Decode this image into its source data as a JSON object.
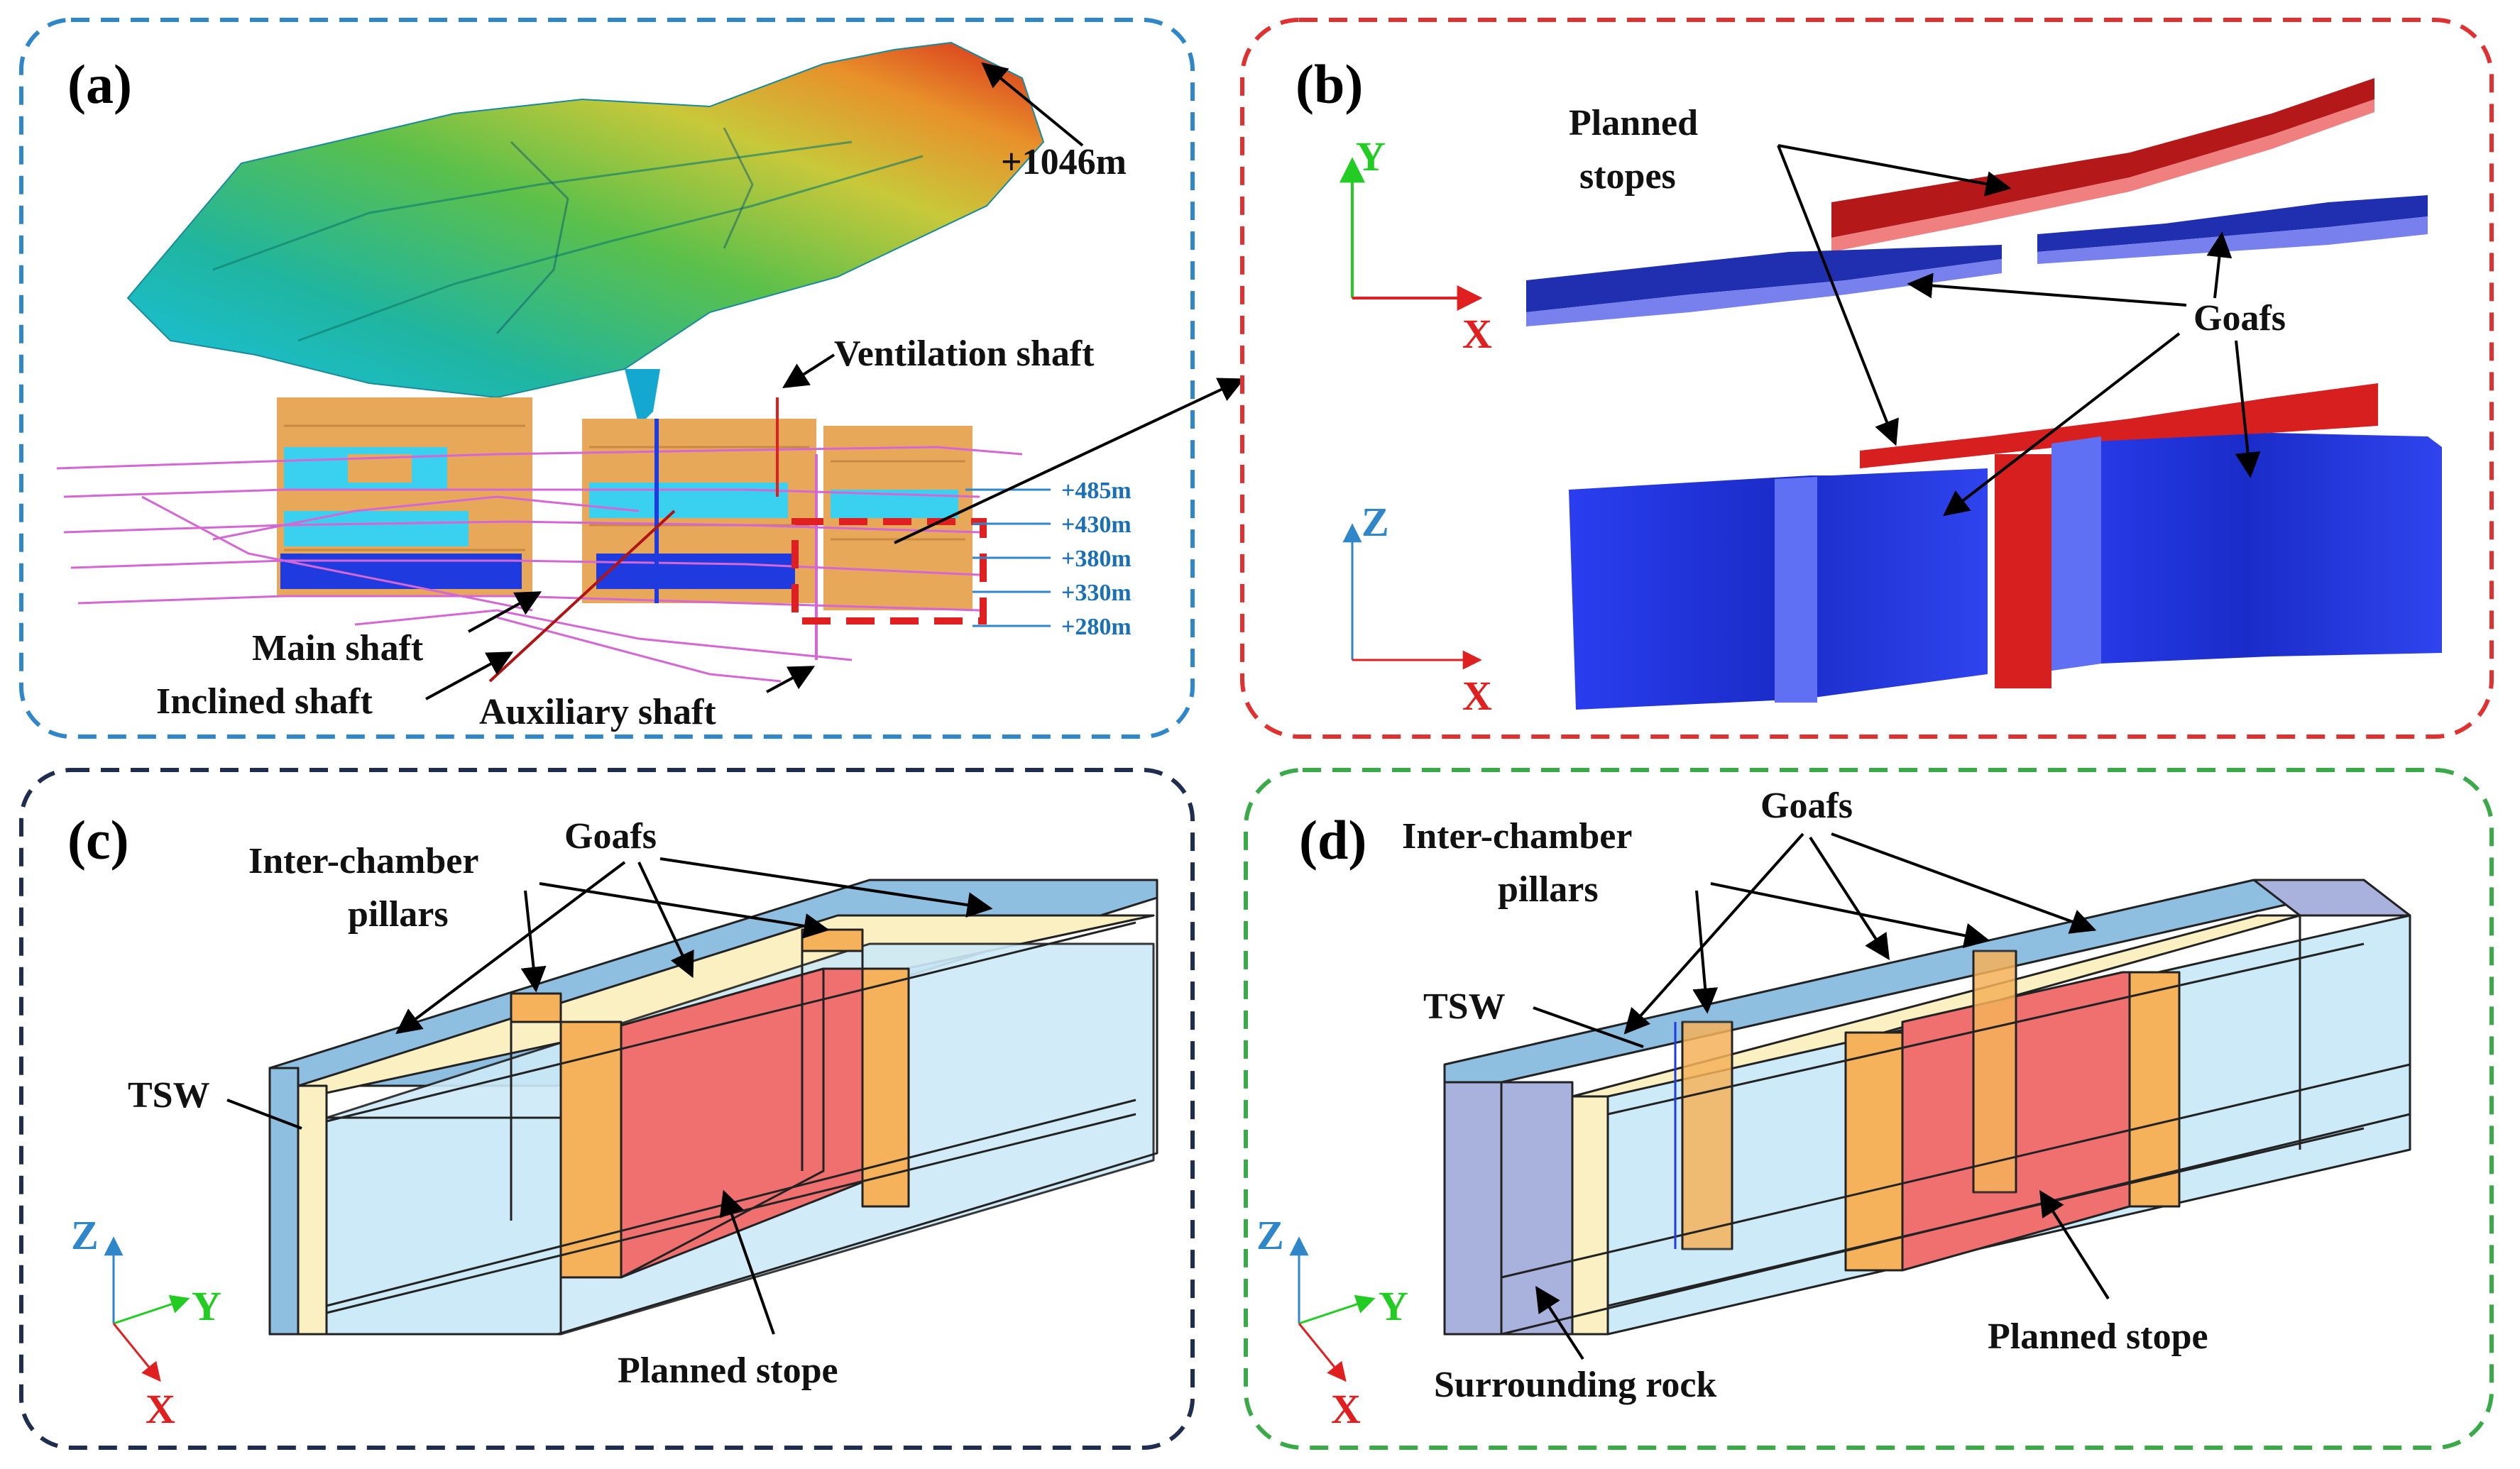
{
  "panels": {
    "a": {
      "letter": "(a)",
      "elevation_peak": "+1046m",
      "ventilation_shaft": "Ventilation shaft",
      "main_shaft": "Main shaft",
      "inclined_shaft": "Inclined shaft",
      "auxiliary_shaft": "Auxiliary shaft",
      "levels": [
        "+485m",
        "+430m",
        "+380m",
        "+330m",
        "+280m"
      ]
    },
    "b": {
      "letter": "(b)",
      "planned_stopes": [
        "Planned",
        "stopes"
      ],
      "goafs": "Goafs",
      "axis_top": {
        "vertical": "Y",
        "horizontal": "X"
      },
      "axis_bottom": {
        "vertical": "Z",
        "horizontal": "X"
      }
    },
    "c": {
      "letter": "(c)",
      "goafs": "Goafs",
      "inter_chamber": [
        "Inter-chamber",
        "pillars"
      ],
      "tsw": "TSW",
      "planned_stope": "Planned stope",
      "axis": {
        "z": "Z",
        "y": "Y",
        "x": "X"
      }
    },
    "d": {
      "letter": "(d)",
      "goafs": "Goafs",
      "inter_chamber": [
        "Inter-chamber",
        "pillars"
      ],
      "tsw": "TSW",
      "planned_stope": "Planned stope",
      "surrounding_rock": "Surrounding rock",
      "axis": {
        "z": "Z",
        "y": "Y",
        "x": "X"
      }
    }
  },
  "colors": {
    "panel_a_border": "#2f86c8",
    "panel_b_border": "#e03030",
    "panel_c_border": "#1f2d50",
    "panel_d_border": "#3aaa48",
    "goaf_blue": "#1b2fd0",
    "stope_red": "#d81f1f",
    "pillar_orange": "#f5b25a",
    "goaf_light": "#cdeaf8",
    "tsw_yellow": "#fbf0c2",
    "stope_pink": "#f07070",
    "rock_purple": "#a9b2dc",
    "top_blue": "#8fbfe0",
    "level_blue": "#1a6fb5",
    "tunnel_magenta": "#d467d4"
  }
}
